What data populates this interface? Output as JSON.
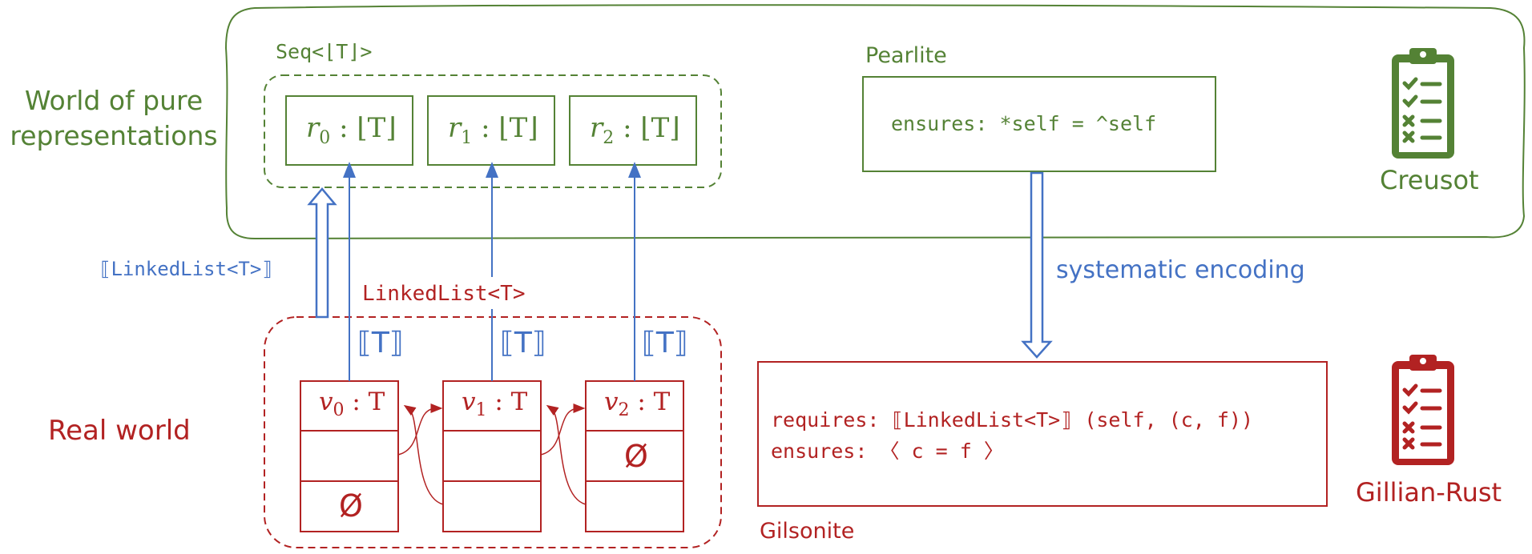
{
  "top_world": {
    "label_line1": "World of pure",
    "label_line2": "representations",
    "seq_label": "Seq<⌊T⌋>",
    "reps": [
      {
        "name": "r",
        "index": "0",
        "type": "⌊T⌋"
      },
      {
        "name": "r",
        "index": "1",
        "type": "⌊T⌋"
      },
      {
        "name": "r",
        "index": "2",
        "type": "⌊T⌋"
      }
    ],
    "pearlite_label": "Pearlite",
    "pearlite_spec": "ensures: *self = ^self",
    "tool_name": "Creusot"
  },
  "real_world": {
    "label": "Real world",
    "list_label": "LinkedList<T>",
    "nodes": [
      {
        "name": "v",
        "index": "0",
        "type": "T",
        "tail": "Ø",
        "mid": ""
      },
      {
        "name": "v",
        "index": "1",
        "type": "T",
        "tail": "",
        "mid": ""
      },
      {
        "name": "v",
        "index": "2",
        "type": "T",
        "tail": "",
        "mid": "Ø"
      }
    ],
    "interp": "⟦T⟧",
    "gilsonite_label": "Gilsonite",
    "gilsonite_requires": "requires: ⟦LinkedList<T>⟧ (self, (c, f))",
    "gilsonite_ensures": "ensures:  〈 c = f 〉",
    "tool_name": "Gillian-Rust"
  },
  "arrows": {
    "linkedlist_interp": "⟦LinkedList<T>⟧",
    "encoding_label": "systematic encoding"
  },
  "colors": {
    "green": "#548235",
    "red": "#b22222",
    "blue": "#4472c4"
  },
  "icons": [
    "clipboard-checklist-icon-green",
    "clipboard-checklist-icon-red"
  ]
}
